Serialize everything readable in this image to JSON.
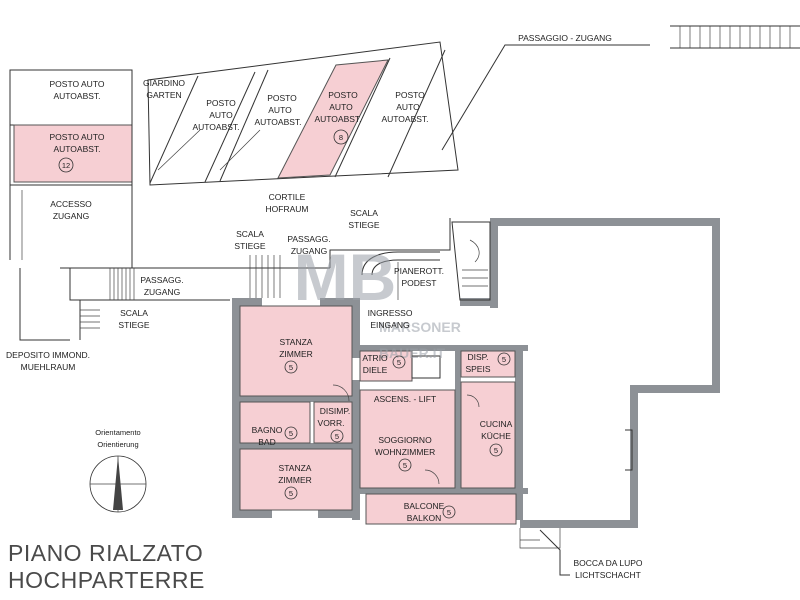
{
  "labels": {
    "parking_1_it": "POSTO AUTO",
    "parking_1_de": "AUTOABST.",
    "parking_12_it": "POSTO AUTO",
    "parking_12_de": "AUTOABST.",
    "parking_12_num": "12",
    "access_it": "ACCESSO",
    "access_de": "ZUGANG",
    "garden_it": "GIARDINO",
    "garden_de": "GARTEN",
    "parking_a_it": "POSTO",
    "parking_a_1": "AUTO",
    "parking_a_de": "AUTOABST.",
    "parking_b_it": "POSTO",
    "parking_b_1": "AUTO",
    "parking_b_de": "AUTOABST.",
    "parking_8_it": "POSTO",
    "parking_8_1": "AUTO",
    "parking_8_de": "AUTOABST.",
    "parking_8_num": "8",
    "parking_c_it": "POSTO",
    "parking_c_1": "AUTO",
    "parking_c_de": "AUTOABST.",
    "passage_top": "PASSAGGIO - ZUGANG",
    "courtyard_it": "CORTILE",
    "courtyard_de": "HOFRAUM",
    "stairs1_it": "SCALA",
    "stairs1_de": "STIEGE",
    "passage2_it": "PASSAGG.",
    "passage2_de": "ZUGANG",
    "stairs2_it": "SCALA",
    "stairs2_de": "STIEGE",
    "landing_it": "PIANEROTT.",
    "landing_de": "PODEST",
    "passage3_it": "PASSAGG.",
    "passage3_de": "ZUGANG",
    "stairs3_it": "SCALA",
    "stairs3_de": "STIEGE",
    "storage_it": "DEPOSITO IMMOND.",
    "storage_de": "MUEHLRAUM",
    "entrance_it": "INGRESSO",
    "entrance_de": "EINGANG",
    "room1_it": "STANZA",
    "room1_de": "ZIMMER",
    "room1_num": "5",
    "atrium_it": "ATRIO",
    "atrium_de": "DIELE",
    "atrium_num": "5",
    "pantry_it": "DISP.",
    "pantry_de": "SPEIS",
    "pantry_num": "5",
    "bath_it": "BAGNO",
    "bath_de": "BAD",
    "bath_num": "5",
    "hall_it": "DISIMP.",
    "hall_de": "VORR.",
    "hall_num": "5",
    "lift": "ASCENS. - LIFT",
    "living_it": "SOGGIORNO",
    "living_de": "WOHNZIMMER",
    "living_num": "5",
    "kitchen_it": "CUCINA",
    "kitchen_de": "KÜCHE",
    "kitchen_num": "5",
    "room2_it": "STANZA",
    "room2_de": "ZIMMER",
    "room2_num": "5",
    "balcony_it": "BALCONE",
    "balcony_de": "BALKON",
    "balcony_num": "5",
    "lightwell_it": "BOCCA DA LUPO",
    "lightwell_de": "LICHTSCHACHT",
    "orient_it": "Orientamento",
    "orient_de": "Orientierung",
    "watermark_line1": "MARSONER",
    "watermark_line2": "BAUER.IT"
  },
  "title": {
    "line1": "PIANO RIALZATO",
    "line2": "HOCHPARTERRE"
  },
  "colors": {
    "highlight": "#f6cfd3",
    "wall": "#8d9196",
    "text": "#4a4a4a"
  }
}
